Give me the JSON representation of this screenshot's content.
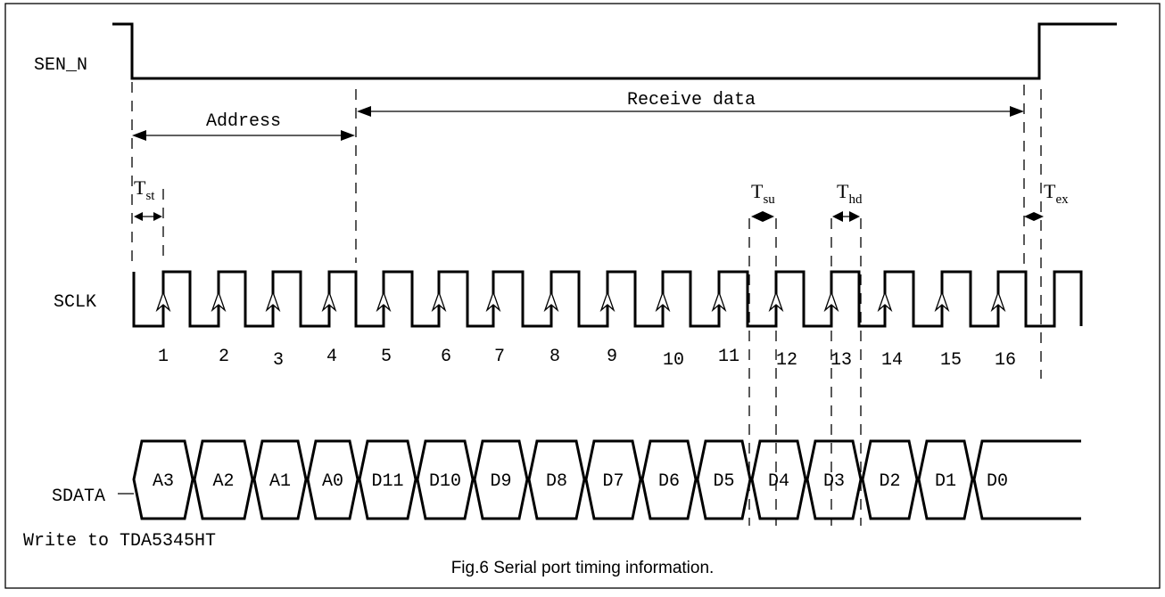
{
  "signals": {
    "sen_n": "SEN_N",
    "sclk": "SCLK",
    "sdata": "SDATA"
  },
  "spans": {
    "address": "Address",
    "receive_data": "Receive data"
  },
  "timing": [
    {
      "main": "T",
      "sub": "st"
    },
    {
      "main": "T",
      "sub": "su"
    },
    {
      "main": "T",
      "sub": "hd"
    },
    {
      "main": "T",
      "sub": "ex"
    }
  ],
  "clock_numbers": [
    "1",
    "2",
    "3",
    "4",
    "5",
    "6",
    "7",
    "8",
    "9",
    "10",
    "11",
    "12",
    "13",
    "14",
    "15",
    "16"
  ],
  "data_bits": [
    "A3",
    "A2",
    "A1",
    "A0",
    "D11",
    "D10",
    "D9",
    "D8",
    "D7",
    "D6",
    "D5",
    "D4",
    "D3",
    "D2",
    "D1",
    "D0"
  ],
  "note": "Write to TDA5345HT",
  "caption": "Fig.6  Serial port timing information."
}
